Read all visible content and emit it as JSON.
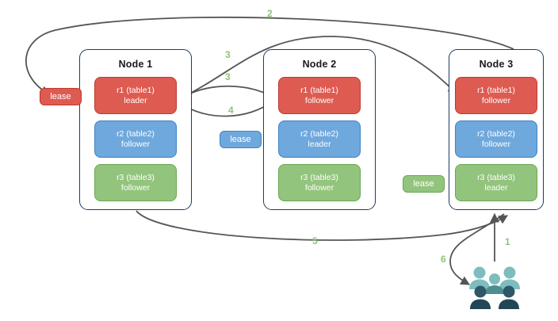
{
  "diagram": {
    "title": "distributed-database-lease-transfer-flow",
    "colors": {
      "replica_red": "#de5b52",
      "replica_blue": "#6fa8dc",
      "replica_green": "#93c47d",
      "node_border": "#1f3b63",
      "edge_stroke": "#555555",
      "label_green": "#8cc474",
      "users_light": "#7ebdbd",
      "users_dark": "#2e5767"
    }
  },
  "nodes": [
    {
      "title": "Node 1",
      "replicas": [
        {
          "line1": "r1 (table1)",
          "line2": "leader",
          "color": "red"
        },
        {
          "line1": "r2 (table2)",
          "line2": "follower",
          "color": "blue"
        },
        {
          "line1": "r3 (table3)",
          "line2": "follower",
          "color": "green"
        }
      ]
    },
    {
      "title": "Node 2",
      "replicas": [
        {
          "line1": "r1 (table1)",
          "line2": "follower",
          "color": "red"
        },
        {
          "line1": "r2 (table2)",
          "line2": "leader",
          "color": "blue"
        },
        {
          "line1": "r3 (table3)",
          "line2": "follower",
          "color": "green"
        }
      ]
    },
    {
      "title": "Node 3",
      "replicas": [
        {
          "line1": "r1 (table1)",
          "line2": "follower",
          "color": "red"
        },
        {
          "line1": "r2 (table2)",
          "line2": "follower",
          "color": "blue"
        },
        {
          "line1": "r3 (table3)",
          "line2": "leader",
          "color": "green"
        }
      ]
    }
  ],
  "leases": [
    {
      "label": "lease",
      "color": "red"
    },
    {
      "label": "lease",
      "color": "blue"
    },
    {
      "label": "lease",
      "color": "green"
    }
  ],
  "edge_labels": [
    {
      "text": "2"
    },
    {
      "text": "3"
    },
    {
      "text": "3"
    },
    {
      "text": "4"
    },
    {
      "text": "5"
    },
    {
      "text": "1"
    },
    {
      "text": "6"
    }
  ],
  "icons": {
    "users": "users-icon"
  }
}
